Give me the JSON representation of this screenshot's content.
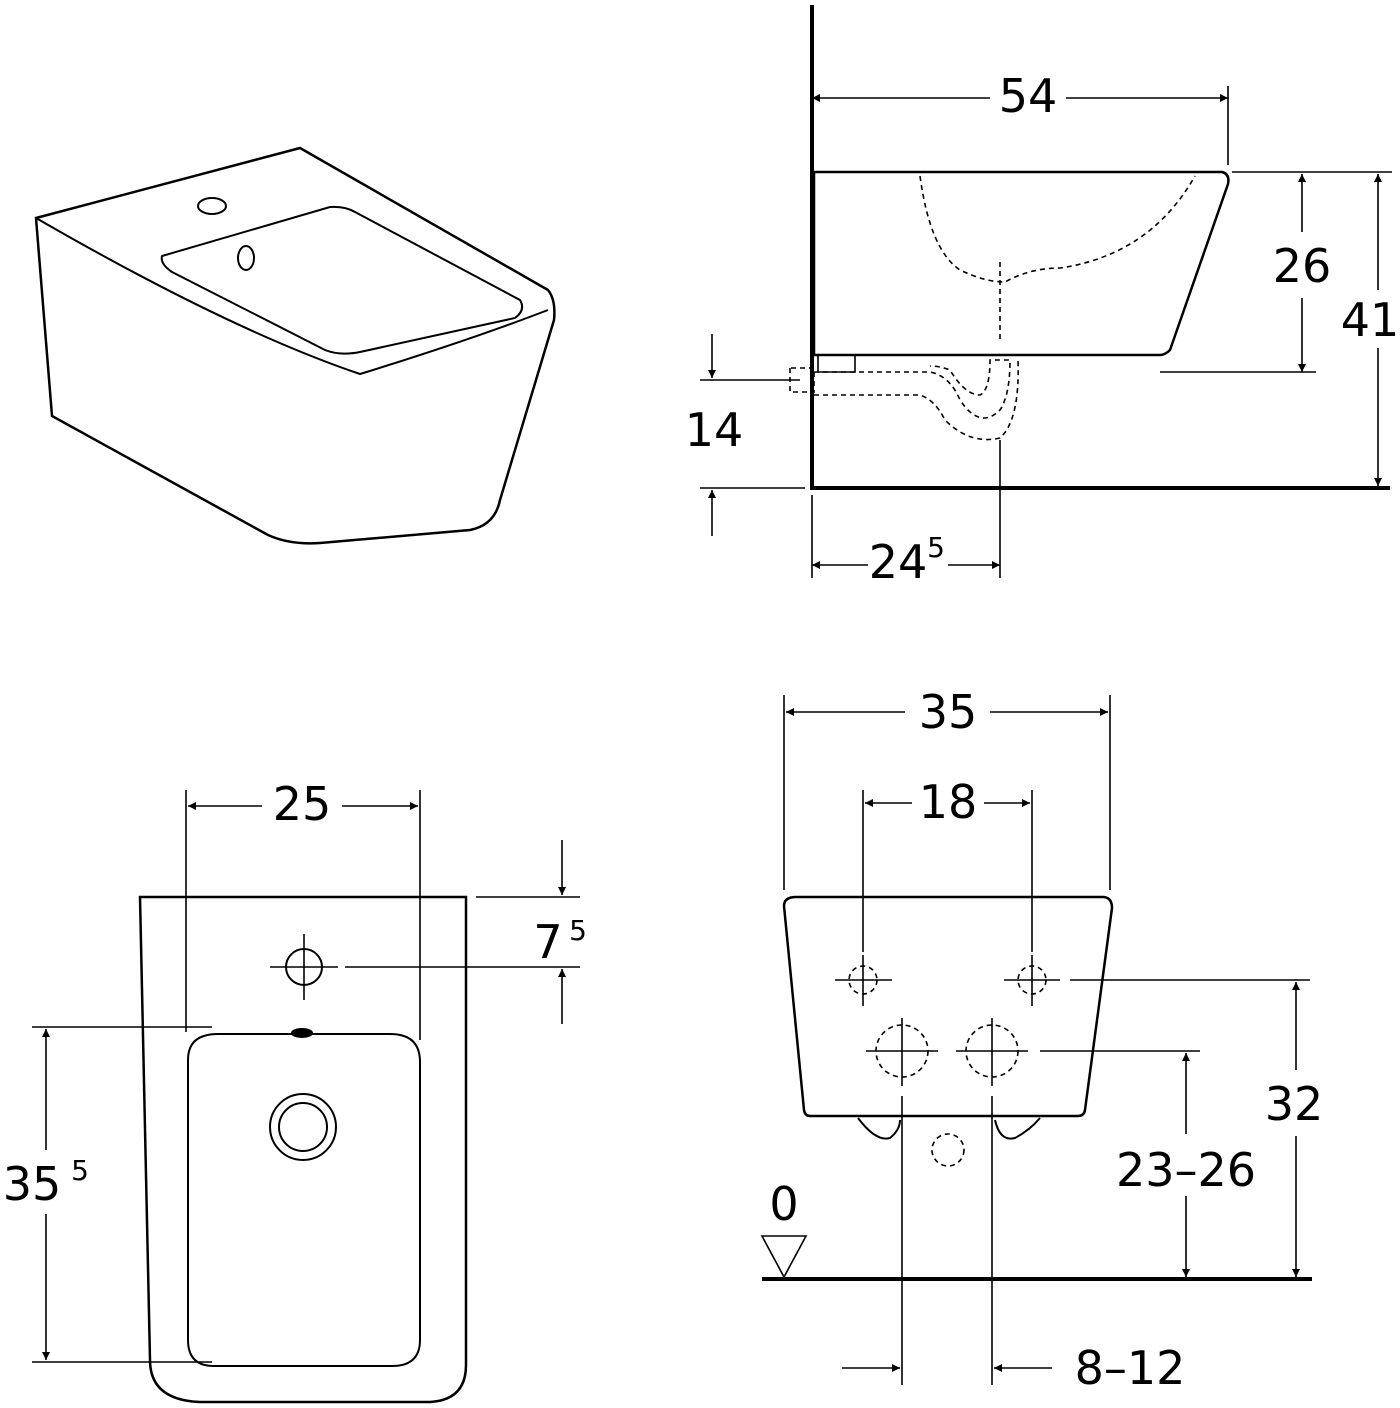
{
  "side_view": {
    "width_54": "54",
    "height_26": "26",
    "height_41": "41",
    "drain_14": "14",
    "drain_dist_base": "24",
    "drain_dist_sup": "5"
  },
  "front_view": {
    "width_25": "25",
    "tap_base": "7",
    "tap_sup": "5",
    "height_base": "35",
    "height_sup": "5"
  },
  "back_view": {
    "width_35": "35",
    "bolt_18": "18",
    "bolt_height_32": "32",
    "connection_height": "23–26",
    "floor_level": "0",
    "connection_offset": "8–12"
  }
}
